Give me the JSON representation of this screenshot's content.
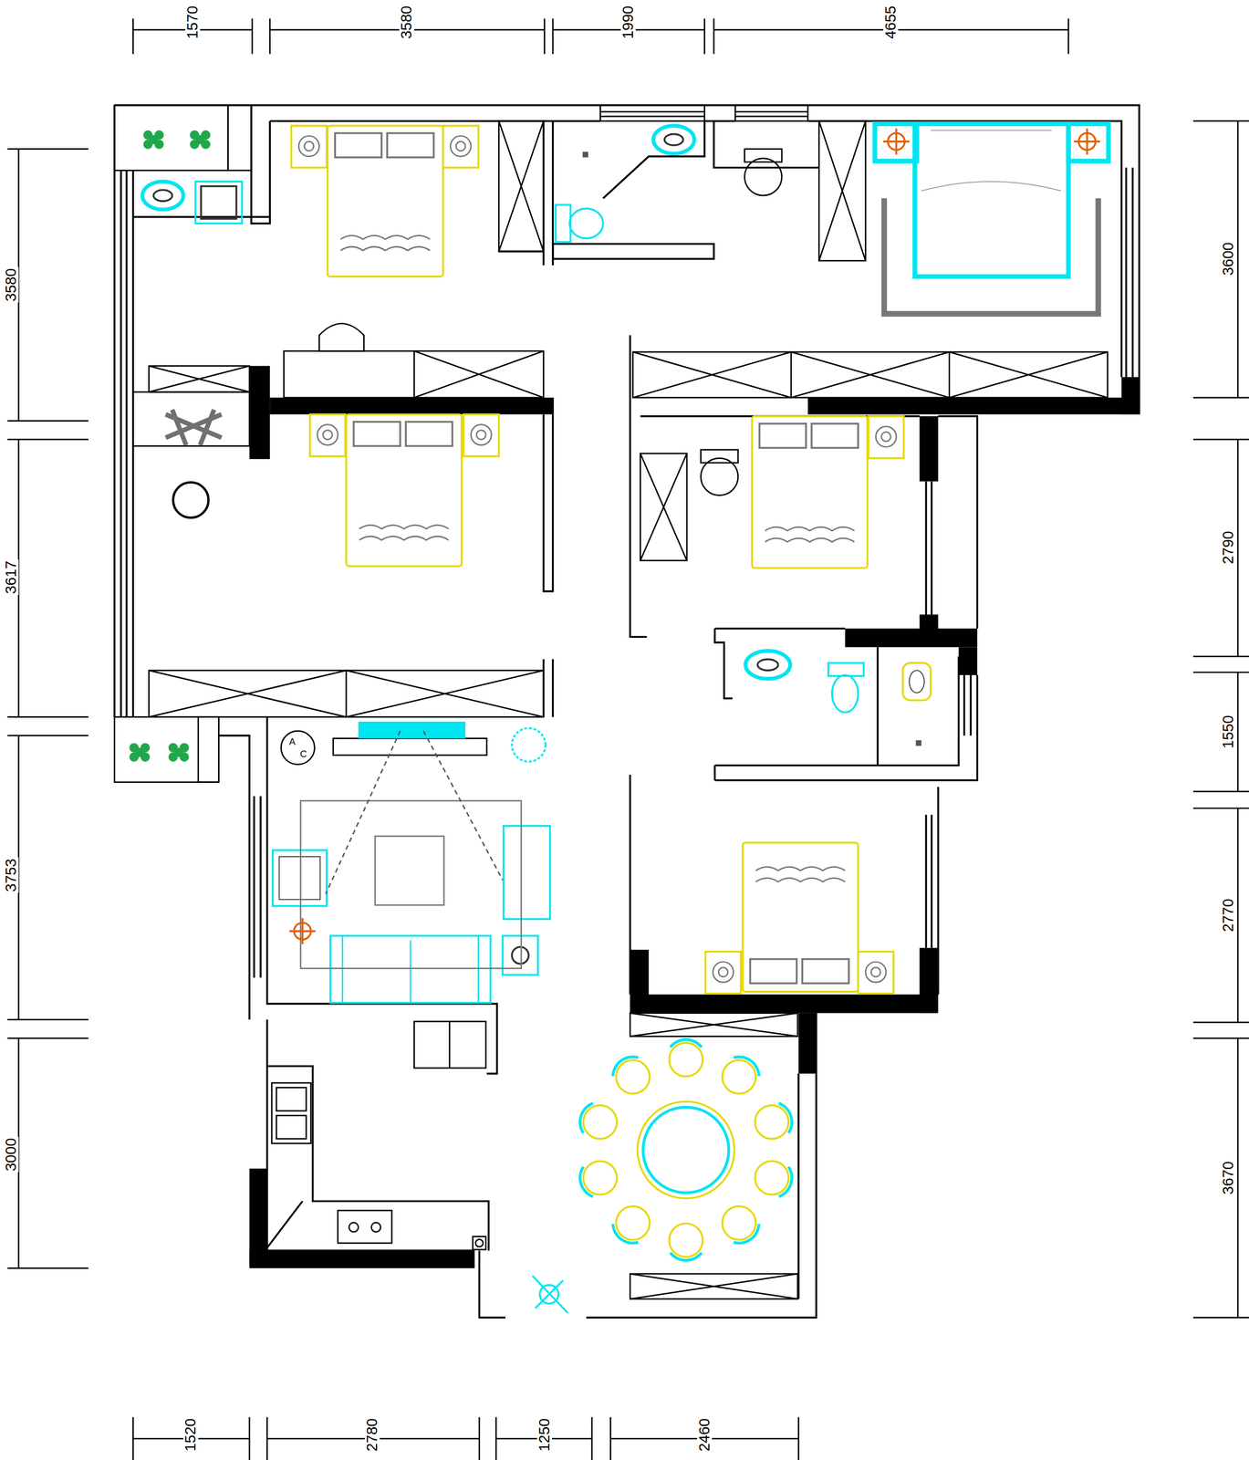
{
  "diagram": {
    "labels": [
      "1570",
      "3580",
      "1990",
      "4655",
      "3580",
      "3617",
      "3753",
      "3000",
      "3600",
      "2790",
      "1550",
      "2770",
      "3670",
      "1520",
      "2780",
      "1250",
      "2460",
      "A",
      "C"
    ]
  }
}
